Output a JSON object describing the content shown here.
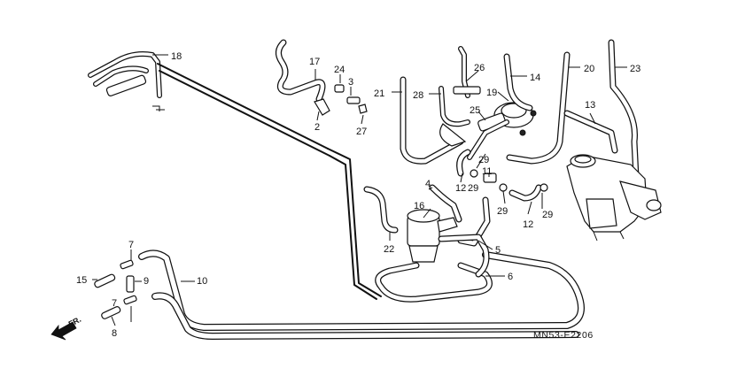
{
  "diagram_code": "MN53-E2206",
  "direction_label": "FR.",
  "callouts": [
    "18",
    "17",
    "24",
    "3",
    "2",
    "27",
    "26",
    "20",
    "14",
    "23",
    "21",
    "28",
    "19",
    "25",
    "13",
    "29",
    "11",
    "4",
    "12",
    "16",
    "7",
    "22",
    "5",
    "6",
    "15",
    "9",
    "10",
    "8"
  ]
}
